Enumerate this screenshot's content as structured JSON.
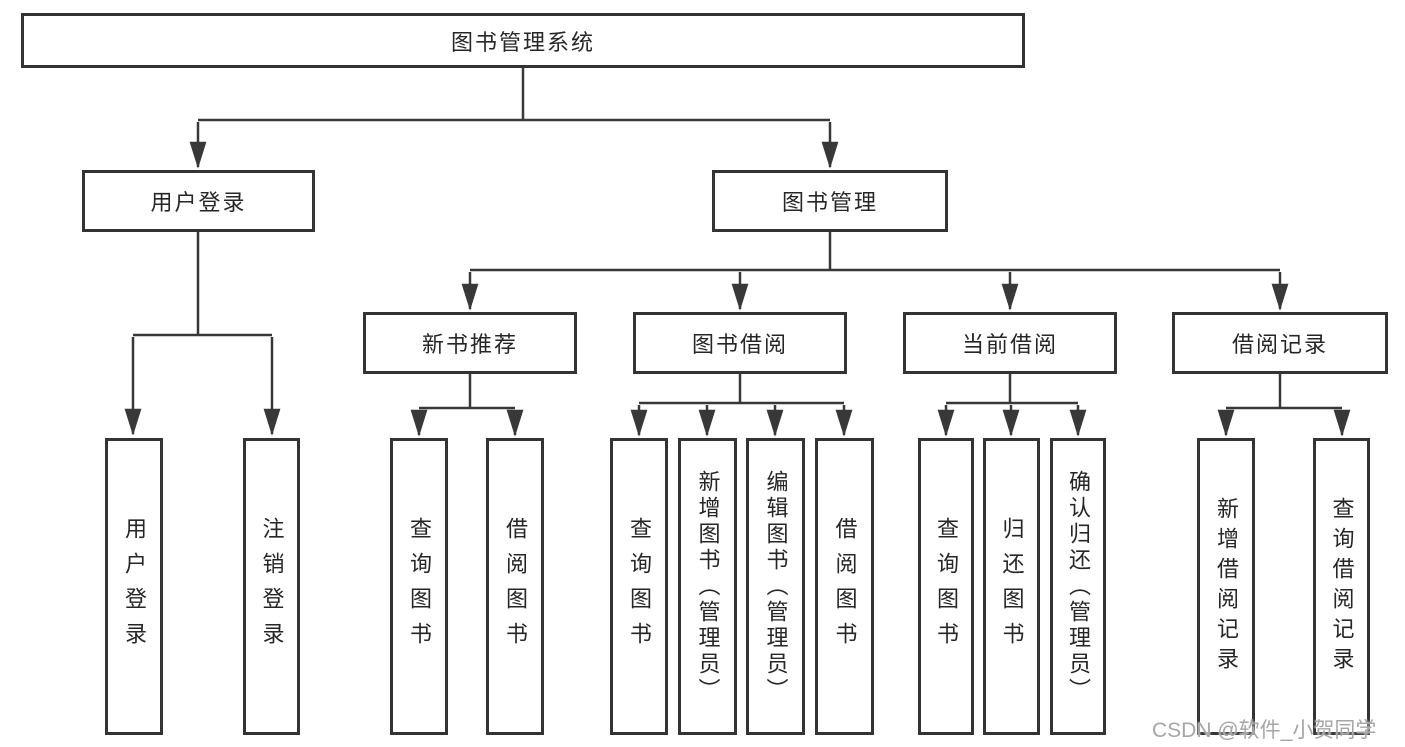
{
  "diagram": {
    "root_label": "图书管理系统",
    "level2": {
      "user_login": "用户登录",
      "book_mgmt": "图书管理"
    },
    "level3": {
      "new_book": "新书推荐",
      "book_borrow": "图书借阅",
      "current_borrow": "当前借阅",
      "borrow_record": "借阅记录"
    },
    "leaves": {
      "user_login": [
        "用户登录",
        "注销登录"
      ],
      "new_book": [
        "查询图书",
        "借阅图书"
      ],
      "book_borrow": [
        "查询图书",
        "新增图书（管理员）",
        "编辑图书（管理员）",
        "借阅图书"
      ],
      "current_borrow": [
        "查询图书",
        "归还图书",
        "确认归还（管理员）"
      ],
      "borrow_record": [
        "新增借阅记录",
        "查询借阅记录"
      ]
    }
  },
  "watermark": {
    "text": "CSDN @软件_小贺同学"
  },
  "colors": {
    "line": "#383838",
    "border": "#333333",
    "text": "#262626",
    "watermark": "#a6a6a6",
    "background": "#ffffff"
  }
}
